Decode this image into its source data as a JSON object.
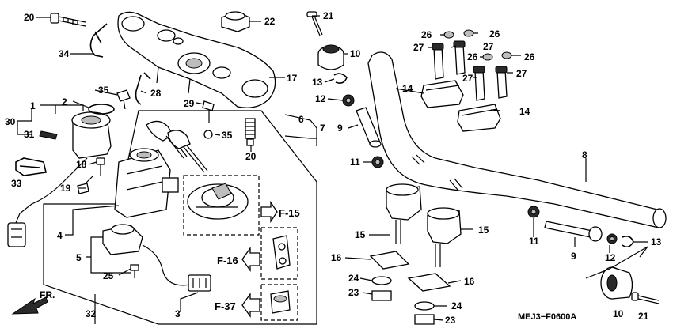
{
  "diagram": {
    "code": "MEJ3−F0600A",
    "front_label": "FR.",
    "references": {
      "f15": "F-15",
      "f16": "F-16",
      "f37": "F-37"
    },
    "callouts": {
      "c1": "1",
      "c2": "2",
      "c3": "3",
      "c4": "4",
      "c5": "5",
      "c6": "6",
      "c7": "7",
      "c8": "8",
      "c9a": "9",
      "c9b": "9",
      "c10a": "10",
      "c10b": "10",
      "c11a": "11",
      "c11b": "11",
      "c12a": "12",
      "c12b": "12",
      "c13a": "13",
      "c13b": "13",
      "c14a": "14",
      "c14b": "14",
      "c15a": "15",
      "c15b": "15",
      "c16a": "16",
      "c16b": "16",
      "c17": "17",
      "c18": "18",
      "c19": "19",
      "c20a": "20",
      "c20b": "20",
      "c21a": "21",
      "c21b": "21",
      "c22": "22",
      "c23a": "23",
      "c23b": "23",
      "c24a": "24",
      "c24b": "24",
      "c25": "25",
      "c26a": "26",
      "c26b": "26",
      "c26c": "26",
      "c26d": "26",
      "c27a": "27",
      "c27b": "27",
      "c27c": "27",
      "c27d": "27",
      "c28": "28",
      "c29": "29",
      "c30": "30",
      "c31": "31",
      "c32": "32",
      "c33": "33",
      "c34": "34",
      "c35a": "35",
      "c35b": "35"
    }
  }
}
